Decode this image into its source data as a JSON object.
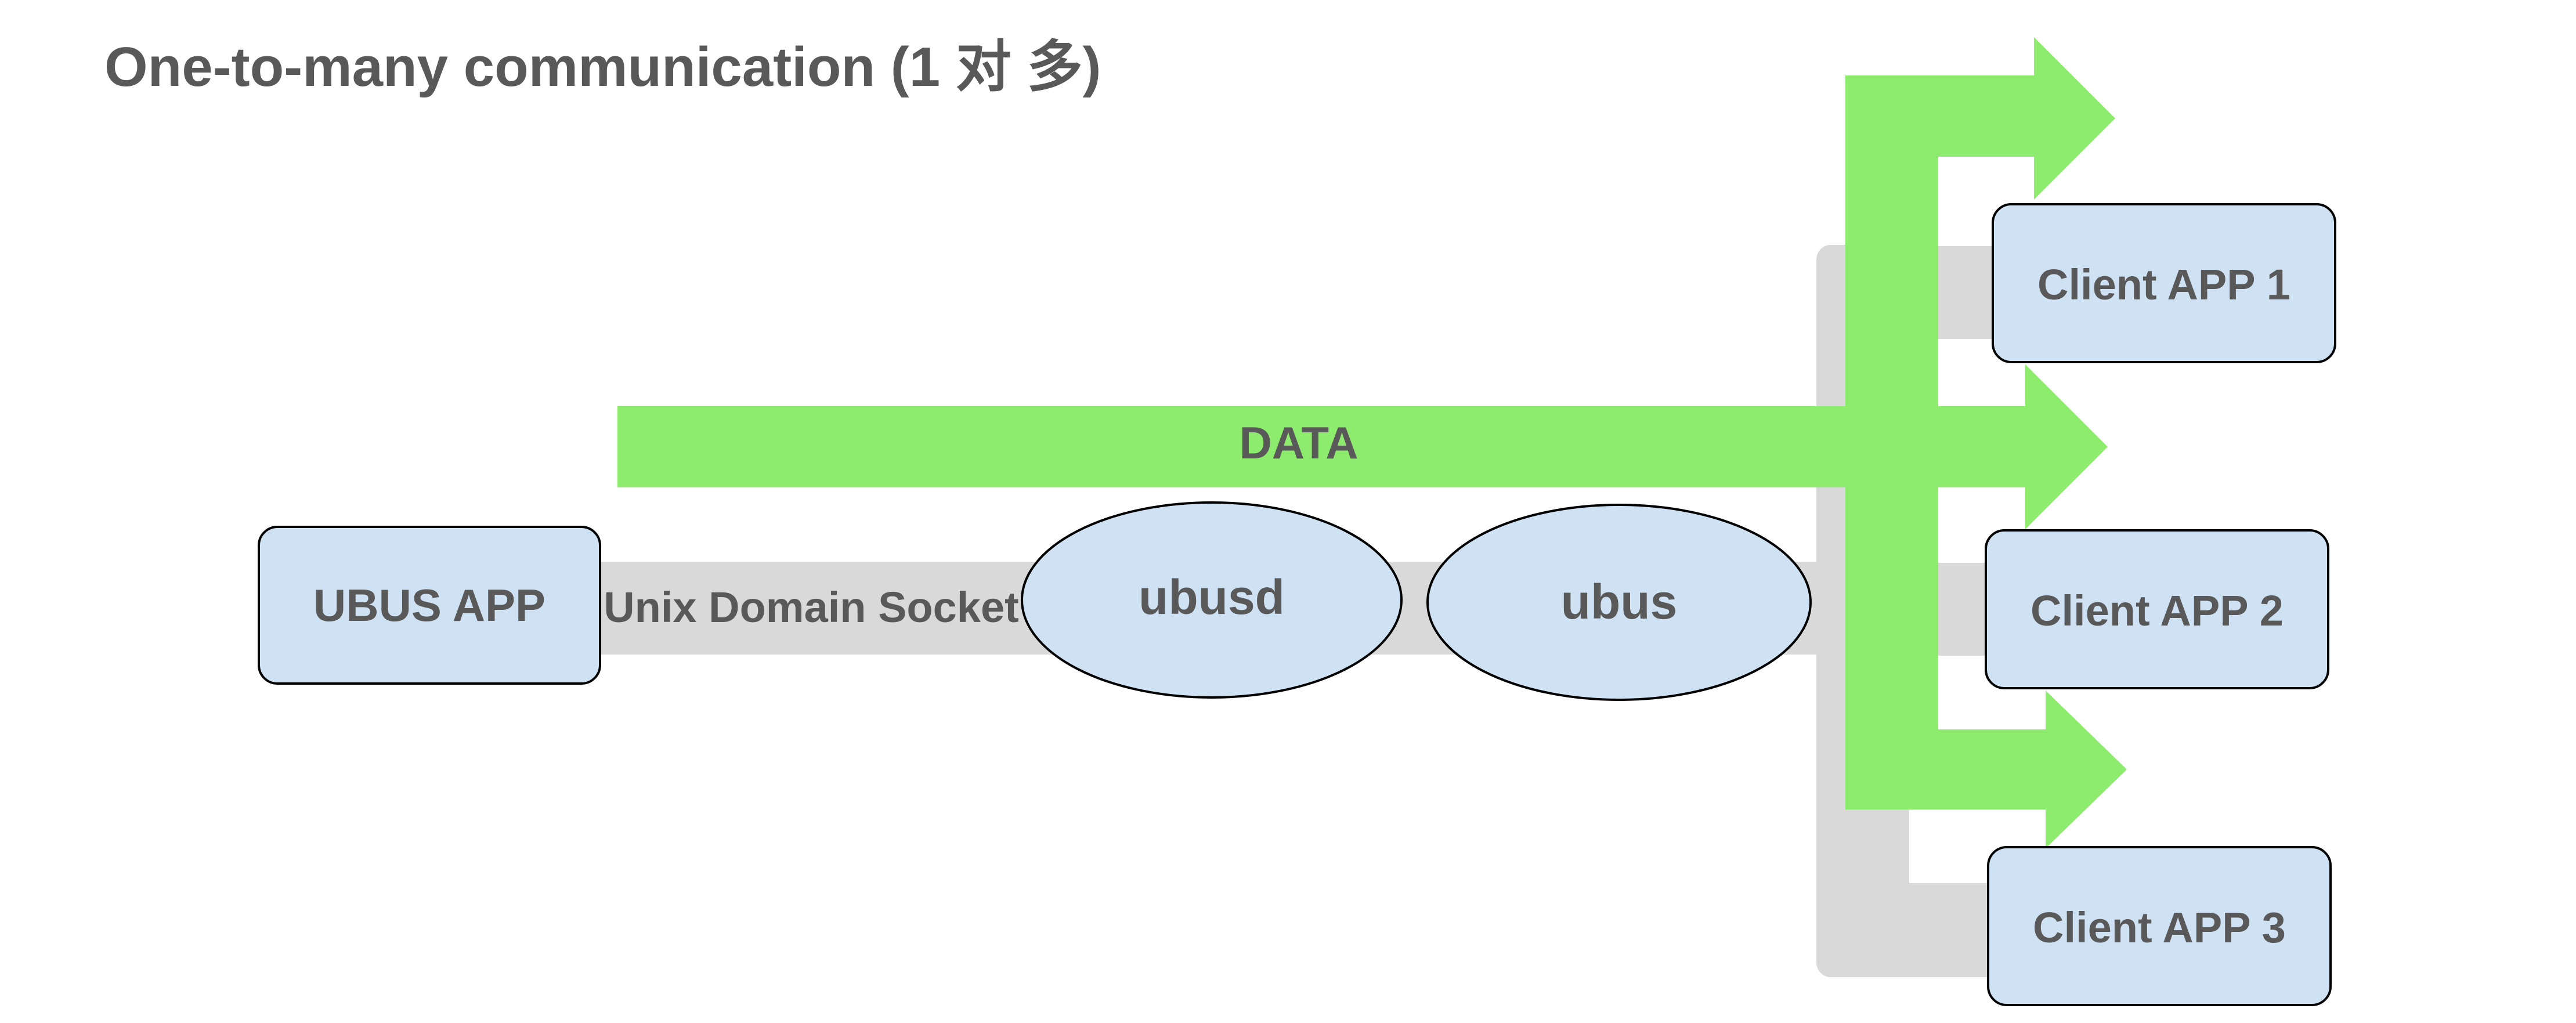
{
  "title": "One-to-many communication (1 对 多)",
  "data_label": "DATA",
  "socket_label": "Unix Domain Socket",
  "nodes": {
    "ubus_app": "UBUS APP",
    "ubusd": "ubusd",
    "ubus": "ubus",
    "client_1": "Client APP 1",
    "client_2": "Client APP 2",
    "client_3": "Client APP 3"
  },
  "colors": {
    "flow": "#8deb6e",
    "channel": "#d9d9d9",
    "node_fill": "#cfe2f3",
    "node_stroke": "#000000",
    "text": "#595959"
  }
}
